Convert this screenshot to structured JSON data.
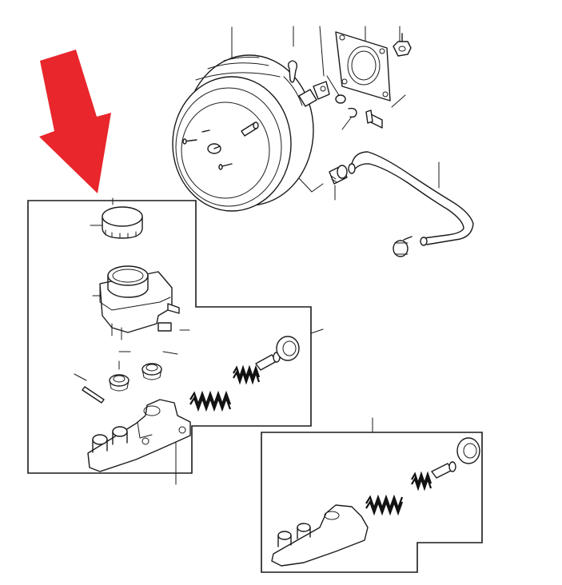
{
  "diagram": {
    "accent_color": "#e8262b",
    "line_color": "#1a1a1a",
    "background": "#ffffff",
    "arrow_icon": "down-left-arrow-icon",
    "parts": [
      {
        "id": "brake-booster",
        "icon": "brake-booster-icon"
      },
      {
        "id": "booster-gasket",
        "icon": "gasket-plate-icon"
      },
      {
        "id": "booster-nut",
        "icon": "hex-nut-icon"
      },
      {
        "id": "clevis-pin",
        "icon": "clevis-pin-icon"
      },
      {
        "id": "vacuum-hose",
        "icon": "hose-icon"
      },
      {
        "id": "check-valve",
        "icon": "check-valve-icon"
      },
      {
        "id": "hose-clip",
        "icon": "hose-clip-icon"
      },
      {
        "id": "reservoir-cap",
        "icon": "cap-icon"
      },
      {
        "id": "fluid-reservoir",
        "icon": "reservoir-icon"
      },
      {
        "id": "reservoir-grommets",
        "icon": "grommet-icon"
      },
      {
        "id": "retaining-pin",
        "icon": "pin-icon"
      },
      {
        "id": "master-cylinder",
        "icon": "master-cylinder-icon"
      },
      {
        "id": "piston-springs",
        "icon": "spring-icon"
      },
      {
        "id": "piston-seal",
        "icon": "seal-ring-icon"
      },
      {
        "id": "alt-master-cylinder",
        "icon": "master-cylinder-icon"
      }
    ]
  }
}
